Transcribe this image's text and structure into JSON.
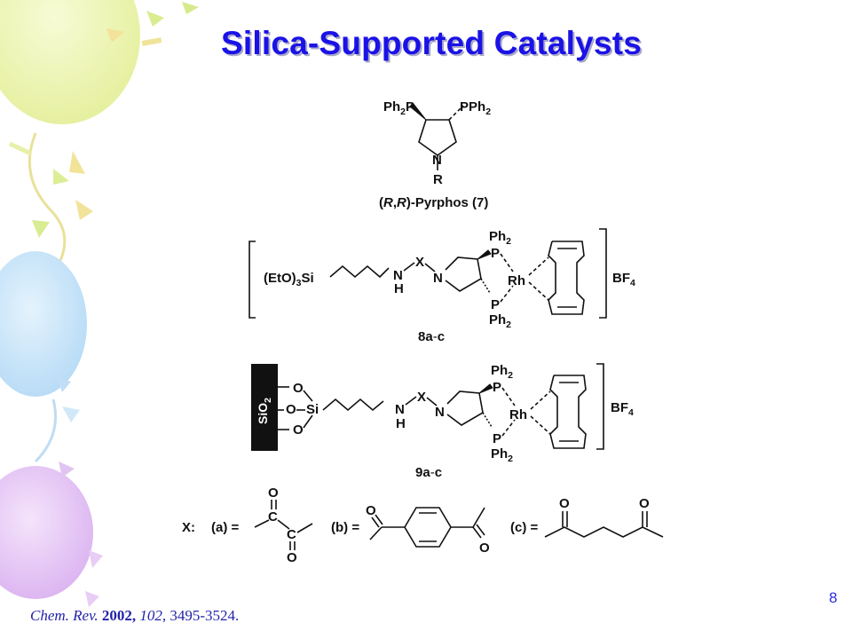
{
  "slide": {
    "title": "Silica-Supported Catalysts",
    "page_number": "8",
    "citation": {
      "journal": "Chem. Rev.",
      "year": "2002,",
      "volume": "102,",
      "pages": "3495-3524."
    }
  },
  "scheme": {
    "ligand": {
      "left_group": "Ph",
      "left_group_sub": "2",
      "left_atom": "P",
      "right_group": "PPh",
      "right_group_sub": "2",
      "ring_atom": "N",
      "substituent": "R",
      "label_open": "(",
      "label_R1": "R",
      "label_comma": ",",
      "label_R2": "R",
      "label_mid": ")-Pyrphos (",
      "label_num": "7",
      "label_close": ")"
    },
    "complex_8": {
      "silane_left": "(EtO)",
      "silane_sub": "3",
      "silane_right": "Si",
      "nh_N": "N",
      "nh_H": "H",
      "linker": "X",
      "ring_N": "N",
      "p_top_group": "Ph",
      "p_top_sub": "2",
      "p_top": "P",
      "metal": "Rh",
      "p_bottom": "P",
      "p_bottom_group": "Ph",
      "p_bottom_sub": "2",
      "counterion": "BF",
      "counterion_sub": "4",
      "label_num": "8a",
      "label_sep": "-",
      "label_c": "c"
    },
    "complex_9": {
      "support": "SiO",
      "support_sub": "2",
      "o1": "O",
      "o2": "O",
      "o3": "O",
      "si": "Si",
      "nh_N": "N",
      "nh_H": "H",
      "linker": "X",
      "ring_N": "N",
      "p_top_group": "Ph",
      "p_top_sub": "2",
      "p_top": "P",
      "metal": "Rh",
      "p_bottom": "P",
      "p_bottom_group": "Ph",
      "p_bottom_sub": "2",
      "counterion": "BF",
      "counterion_sub": "4",
      "label_num": "9a",
      "label_sep": "-",
      "label_c": "c"
    },
    "x_defs": {
      "x": "X:",
      "a_label": "(a) =",
      "a_c1": "C",
      "a_o1": "O",
      "a_c2": "C",
      "a_o2": "O",
      "b_label": "(b) =",
      "b_o1": "O",
      "b_o2": "O",
      "c_label": "(c) =",
      "c_o1": "O",
      "c_o2": "O"
    }
  },
  "colors": {
    "title": "#1a12e6",
    "page_number": "#2e2ee0",
    "citation": "#2323a8",
    "balloon_yellow": "#eef6b8",
    "balloon_blue": "#c9e6fb",
    "balloon_purple": "#e8c9f6"
  },
  "decorations": [
    "balloon-yellow",
    "balloon-blue",
    "balloon-purple",
    "confetti"
  ]
}
